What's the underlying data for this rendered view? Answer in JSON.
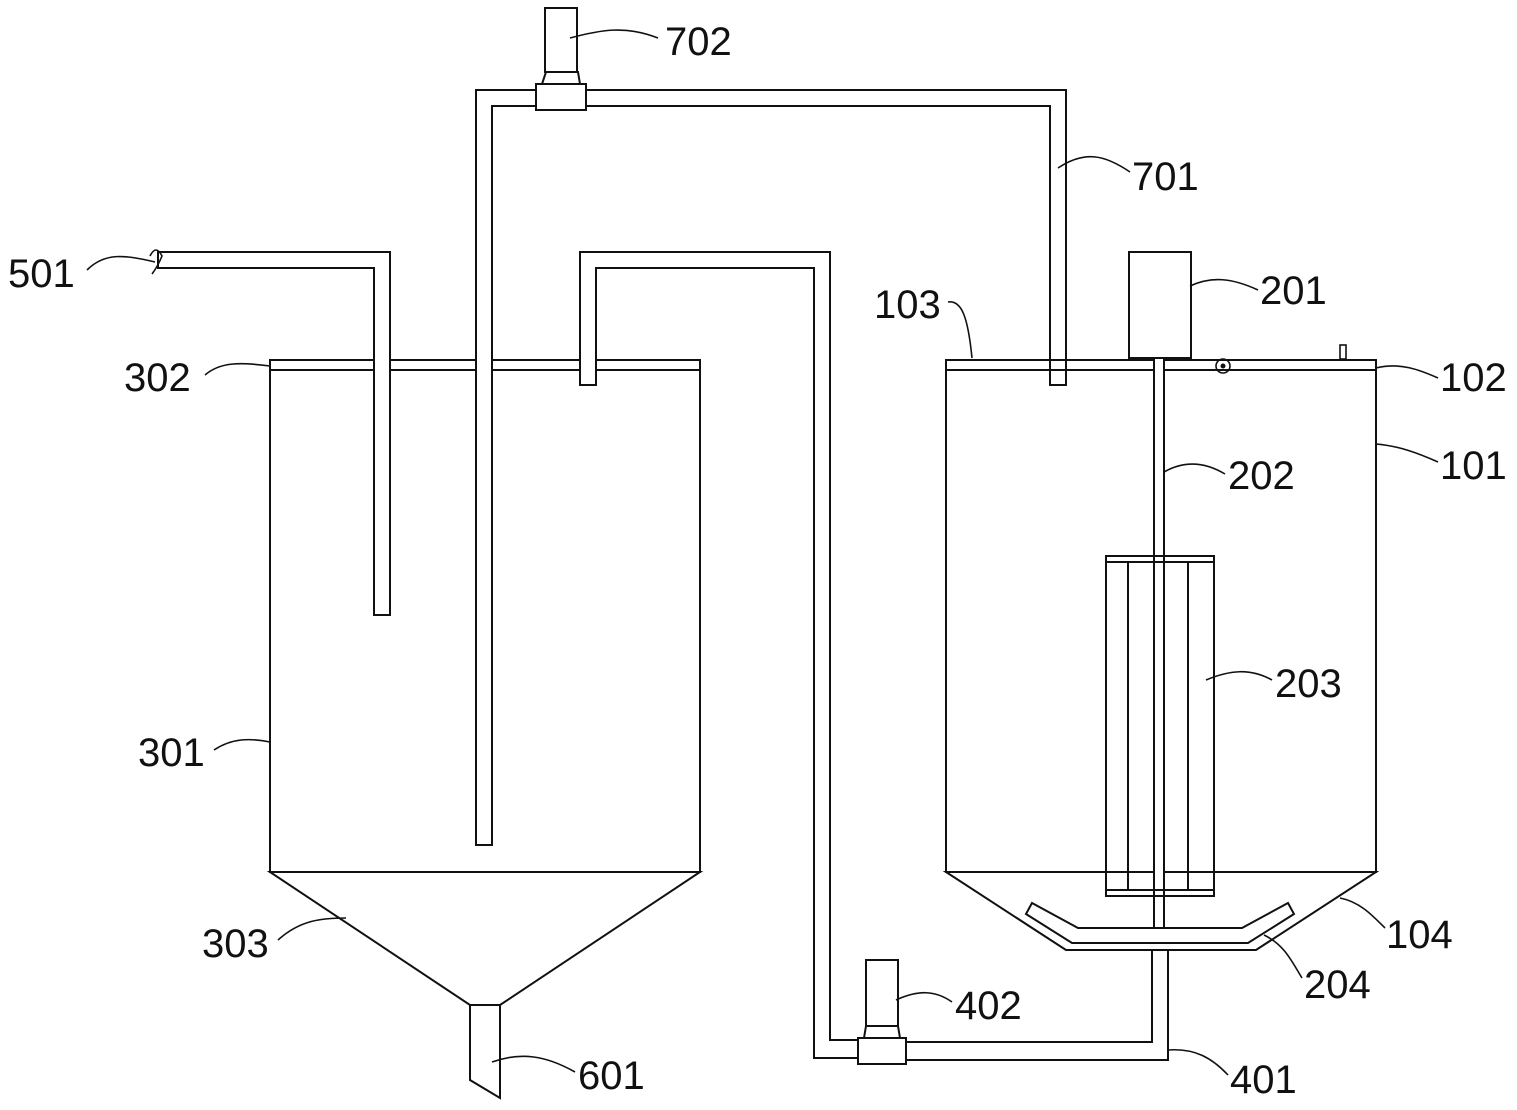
{
  "labels": {
    "l702": "702",
    "l701": "701",
    "l501": "501",
    "l302": "302",
    "l103": "103",
    "l201": "201",
    "l102": "102",
    "l202": "202",
    "l101": "101",
    "l203": "203",
    "l301": "301",
    "l104": "104",
    "l303": "303",
    "l204": "204",
    "l402": "402",
    "l601": "601",
    "l401": "401"
  }
}
